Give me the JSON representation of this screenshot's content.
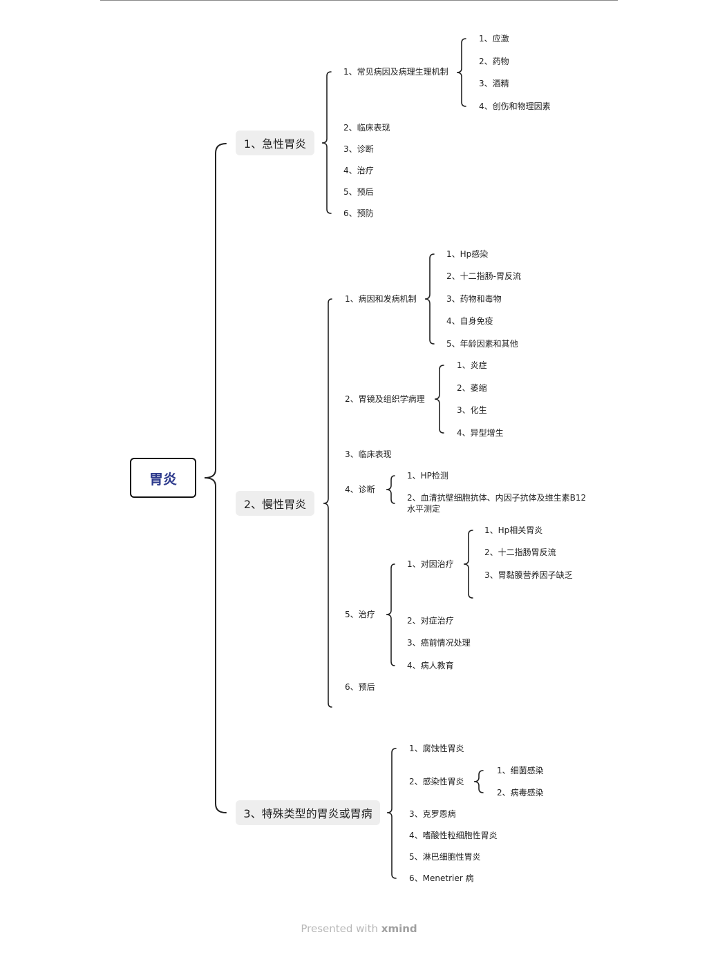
{
  "root": "胃炎",
  "acute": {
    "label": "1、急性胃炎",
    "c1": "1、常见病因及病理生理机制",
    "c1_children": [
      "1、应激",
      "2、药物",
      "3、酒精",
      "4、创伤和物理因素"
    ],
    "c2": "2、临床表现",
    "c3": "3、诊断",
    "c4": "4、治疗",
    "c5": "5、预后",
    "c6": "6、预防"
  },
  "chronic": {
    "label": "2、慢性胃炎",
    "c1": "1、病因和发病机制",
    "c1_children": [
      "1、Hp感染",
      "2、十二指肠-胃反流",
      "3、药物和毒物",
      "4、自身免疫",
      "5、年龄因素和其他"
    ],
    "c2": "2、胃镜及组织学病理",
    "c2_children": [
      "1、炎症",
      "2、萎缩",
      "3、化生",
      "4、异型增生"
    ],
    "c3": "3、临床表现",
    "c4": "4、诊断",
    "c4_children": [
      "1、HP检测",
      "2、血清抗壁细胞抗体、内因子抗体及维生素B12水平测定"
    ],
    "c5": "5、治疗",
    "c5_sub1": "1、对因治疗",
    "c5_sub1_children": [
      "1、Hp相关胃炎",
      "2、十二指肠胃反流",
      "3、胃黏膜营养因子缺乏"
    ],
    "c5_sub2": "2、对症治疗",
    "c5_sub3": "3、癌前情况处理",
    "c5_sub4": "4、病人教育",
    "c6": "6、预后"
  },
  "special": {
    "label": "3、特殊类型的胃炎或胃病",
    "c1": "1、腐蚀性胃炎",
    "c2": "2、感染性胃炎",
    "c2_children": [
      "1、细菌感染",
      "2、病毒感染"
    ],
    "c3": "3、克罗恩病",
    "c4": "4、嗜酸性粒细胞性胃炎",
    "c5": "5、淋巴细胞性胃炎",
    "c6": "6、Menetrier 病"
  },
  "footer": {
    "prefix": "Presented with",
    "brand": "xmind"
  }
}
